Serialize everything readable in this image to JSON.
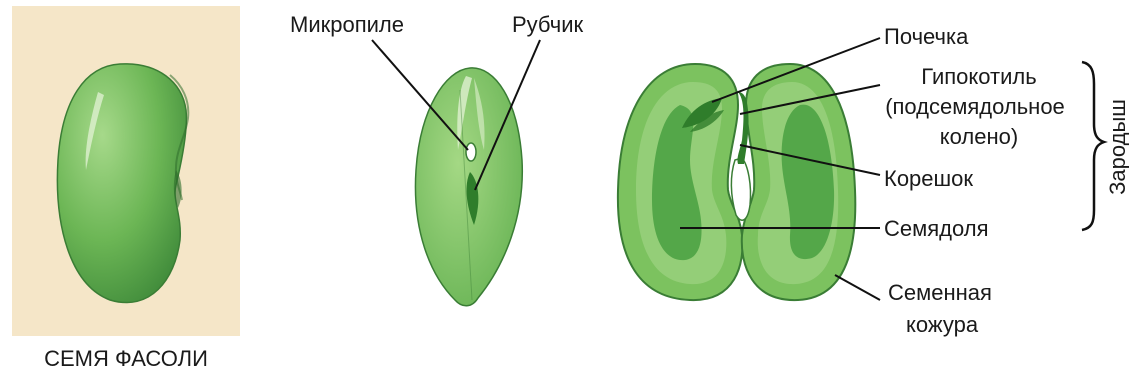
{
  "caption": "СЕМЯ ФАСОЛИ",
  "labels": {
    "micropyle": "Микропиле",
    "hilum": "Рубчик",
    "plumule": "Почечка",
    "hypocotyl_line1": "Гипокотиль",
    "hypocotyl_line2": "(подсемядольное",
    "hypocotyl_line3": "колено)",
    "radicle": "Корешок",
    "cotyledon": "Семядоля",
    "seed_coat_line1": "Семенная",
    "seed_coat_line2": "кожура",
    "embryo": "Зародыш"
  },
  "colors": {
    "panel_background": "#f5e6c8",
    "seed_green": "#7cc25f",
    "seed_dark": "#3f8f3a",
    "inner_green": "#4ea846",
    "leader_line": "#111111"
  }
}
